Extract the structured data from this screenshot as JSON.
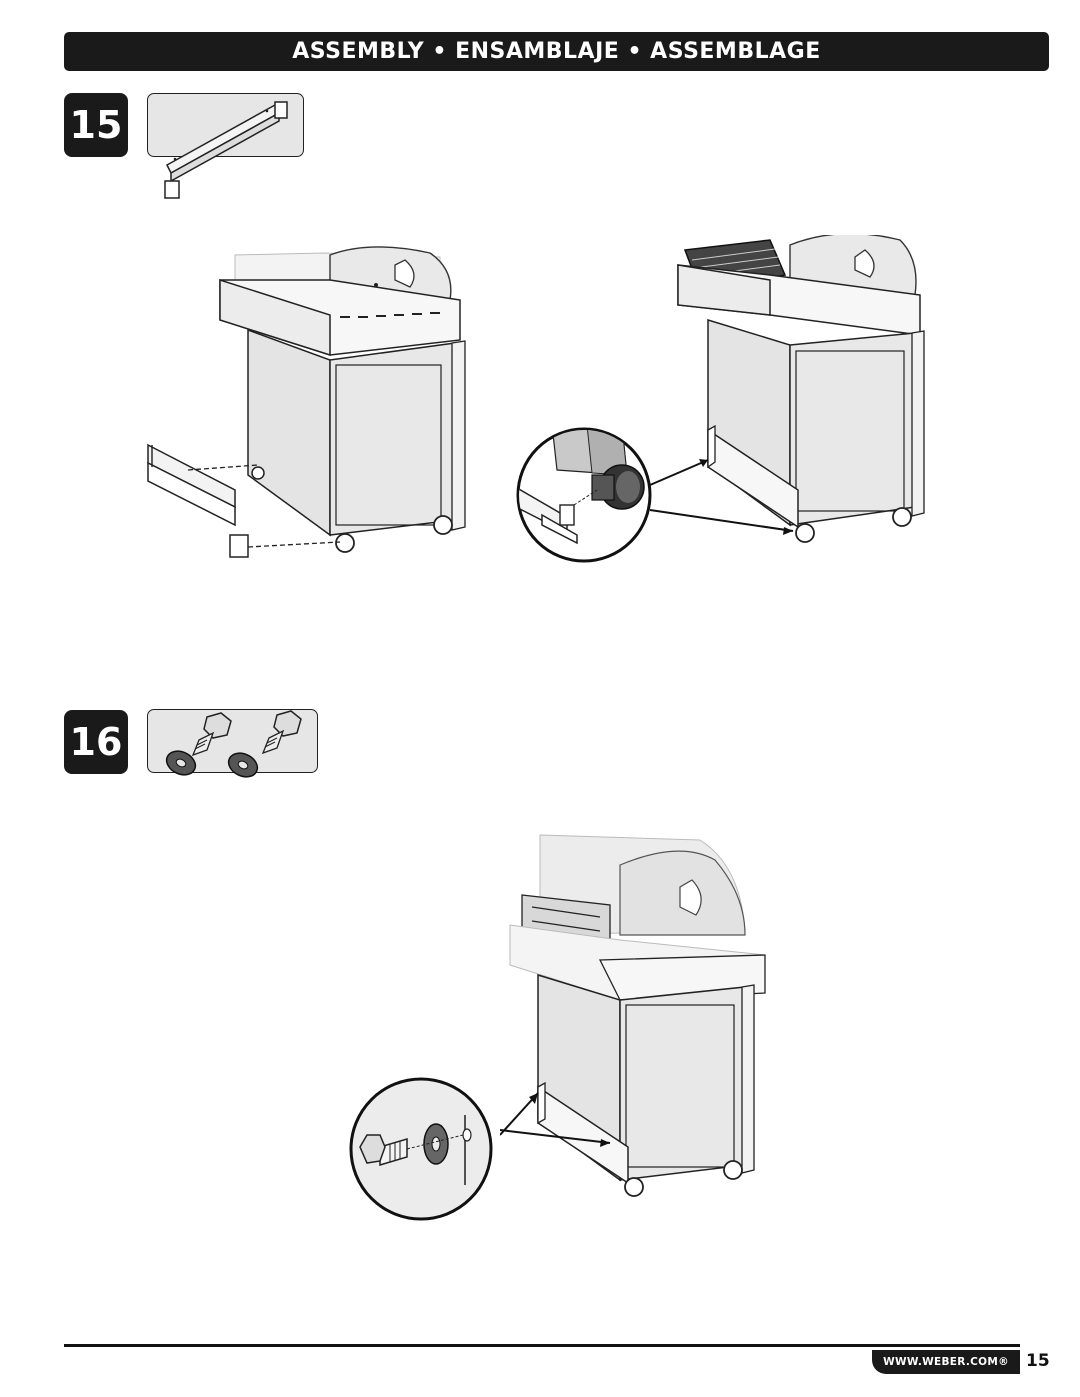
{
  "header": {
    "title": "ASSEMBLY • ENSAMBLAJE • ASSEMBLAGE"
  },
  "steps": [
    {
      "number": "15",
      "parts_icon": "rail-bracket-icon",
      "illustrations": [
        "rail-alignment-illustration",
        "rail-installed-illustration",
        "caster-detail-magnifier-icon"
      ]
    },
    {
      "number": "16",
      "parts_icon": "bolt-washer-pair-icon",
      "illustrations": [
        "grill-rail-installed-illustration",
        "bolt-detail-magnifier-icon"
      ]
    }
  ],
  "footer": {
    "url": "WWW.WEBER.COM®",
    "page_number": "15"
  }
}
